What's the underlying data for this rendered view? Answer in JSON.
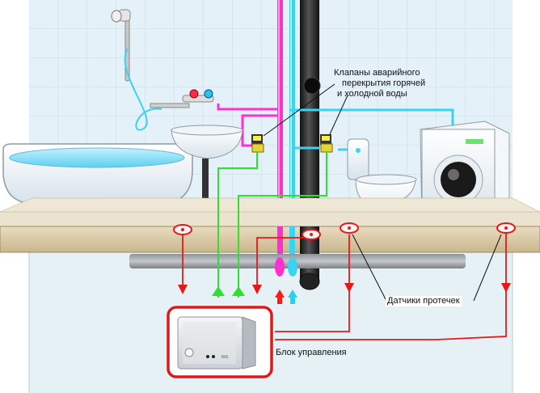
{
  "labels": {
    "valves": [
      "Клапаны аварийного",
      "перекрытия горячей",
      "и  холодной воды"
    ],
    "sensors": "Датчики протечек",
    "control_unit": "Блок управления",
    "device_logo": "NiS"
  },
  "colors": {
    "hot_pipe": "#ff2fd0",
    "cold_pipe": "#38d4f0",
    "sensor_wire": "#e81818",
    "valve_wire": "#2fe02f",
    "drain_pipe": "#2a2a2a",
    "wall_tile": "#dfeef6",
    "floor_slab": "#d8c9a6",
    "control_frame": "#e01818"
  },
  "icons": [
    "shower-head-icon",
    "bathtub-icon",
    "sink-icon",
    "toilet-icon",
    "washing-machine-icon",
    "valve-icon",
    "leak-sensor-icon",
    "control-unit-icon"
  ]
}
